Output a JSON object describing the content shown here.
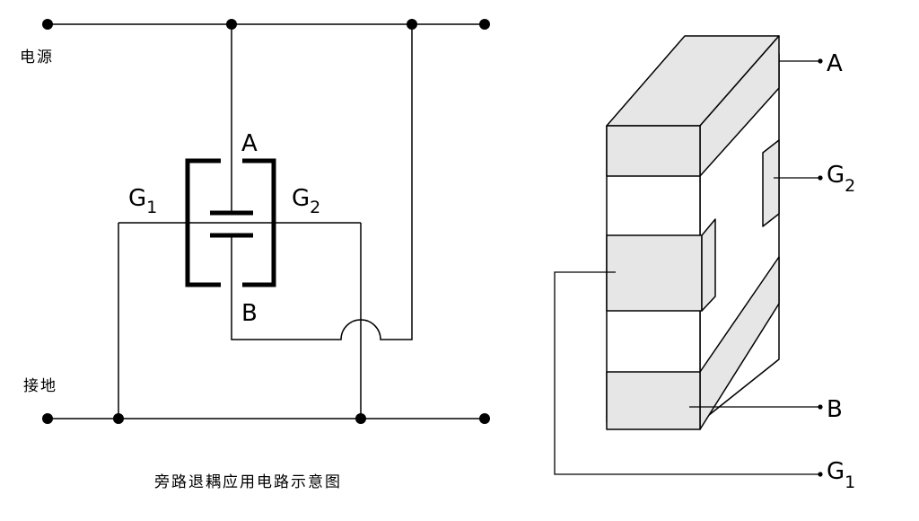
{
  "schematic": {
    "power_label": "电源",
    "ground_label": "接地",
    "caption": "旁路退耦应用电路示意图",
    "terminals": {
      "a": "A",
      "b": "B",
      "g1": {
        "letter": "G",
        "subscript": "1"
      },
      "g2": {
        "letter": "G",
        "subscript": "2"
      }
    }
  },
  "component": {
    "terminals": {
      "a": "A",
      "b": "B",
      "g1": {
        "letter": "G",
        "subscript": "1"
      },
      "g2": {
        "letter": "G",
        "subscript": "2"
      }
    }
  },
  "colors": {
    "line": "#000000",
    "electrode_fill": "#e6e6e6",
    "body_fill": "#ffffff"
  }
}
